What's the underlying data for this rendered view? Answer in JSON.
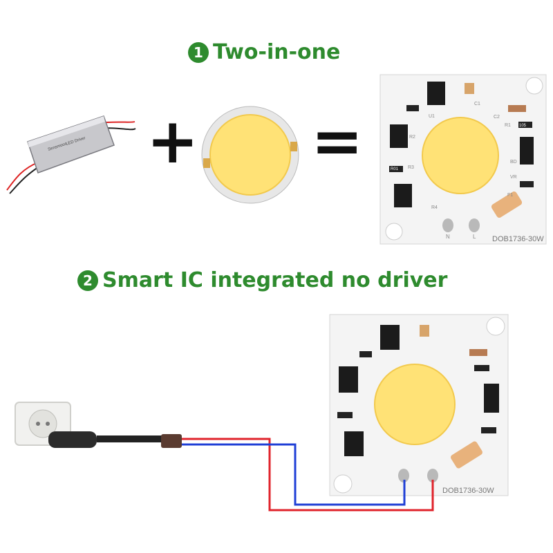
{
  "section1": {
    "number": "1",
    "title": "Two-in-one"
  },
  "section2": {
    "number": "2",
    "title": "Smart IC integrated no driver"
  },
  "symbols": {
    "plus": "+",
    "equals": "="
  },
  "driver": {
    "brand": "Sensmoon",
    "text": "LED Driver"
  },
  "pcb": {
    "model": "DOB1736-30W",
    "pads": [
      "N",
      "L"
    ],
    "labels": [
      "C1",
      "C2",
      "R1",
      "105",
      "U1",
      "R2",
      "R3",
      "R4",
      "BD",
      "VR",
      "F1",
      "R01"
    ]
  },
  "colors": {
    "accent": "#2e8b2e",
    "wire_live": "#e0232b",
    "wire_neutral": "#1f3fd6",
    "led": "#ffe276",
    "pcb": "#f4f4f4"
  }
}
